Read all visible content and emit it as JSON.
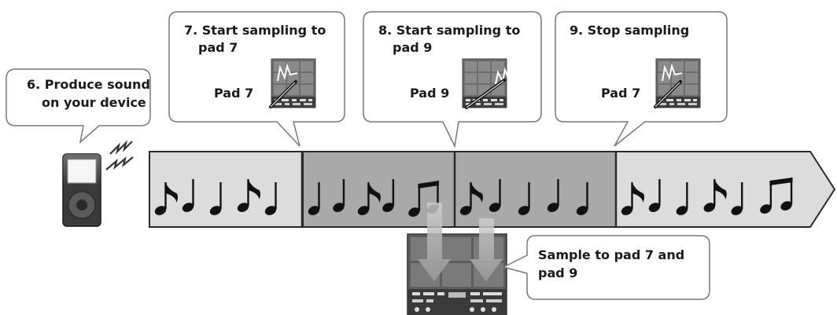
{
  "callouts": {
    "step6": {
      "line1": "6. Produce sound",
      "line2": "on your device"
    },
    "step7": {
      "line1": "7. Start sampling to",
      "line2": "pad 7",
      "pad_label": "Pad 7"
    },
    "step8": {
      "line1": "8. Start sampling to",
      "line2": "pad 9",
      "pad_label": "Pad 9"
    },
    "step9": {
      "line1": "9. Stop sampling",
      "pad_label": "Pad 7"
    },
    "result": {
      "line1": "Sample to pad 7 and",
      "line2": "pad 9"
    }
  },
  "timeline": {
    "segments": [
      {
        "shade": "light",
        "notes": [
          "eighth",
          "quarter",
          "quarter",
          "eighth",
          "quarter"
        ]
      },
      {
        "shade": "dark",
        "notes": [
          "quarter",
          "quarter",
          "eighth",
          "quarter",
          "beamed"
        ]
      },
      {
        "shade": "dark",
        "notes": [
          "eighth",
          "quarter",
          "quarter",
          "quarter",
          "quarter"
        ]
      },
      {
        "shade": "light",
        "notes": [
          "eighth",
          "quarter",
          "quarter",
          "eighth",
          "quarter",
          "beamed"
        ]
      }
    ]
  },
  "colors": {
    "light_segment": "#dcdcdc",
    "dark_segment": "#a9a9a9",
    "callout_border": "#777777",
    "callout_fill": "#ffffff"
  },
  "icons": {
    "device": "media-player-icon",
    "signal": "sound-wave-icon",
    "pad": "sampling-pad-icon",
    "stick": "drumstick-icon",
    "arrow": "down-arrow-icon"
  }
}
